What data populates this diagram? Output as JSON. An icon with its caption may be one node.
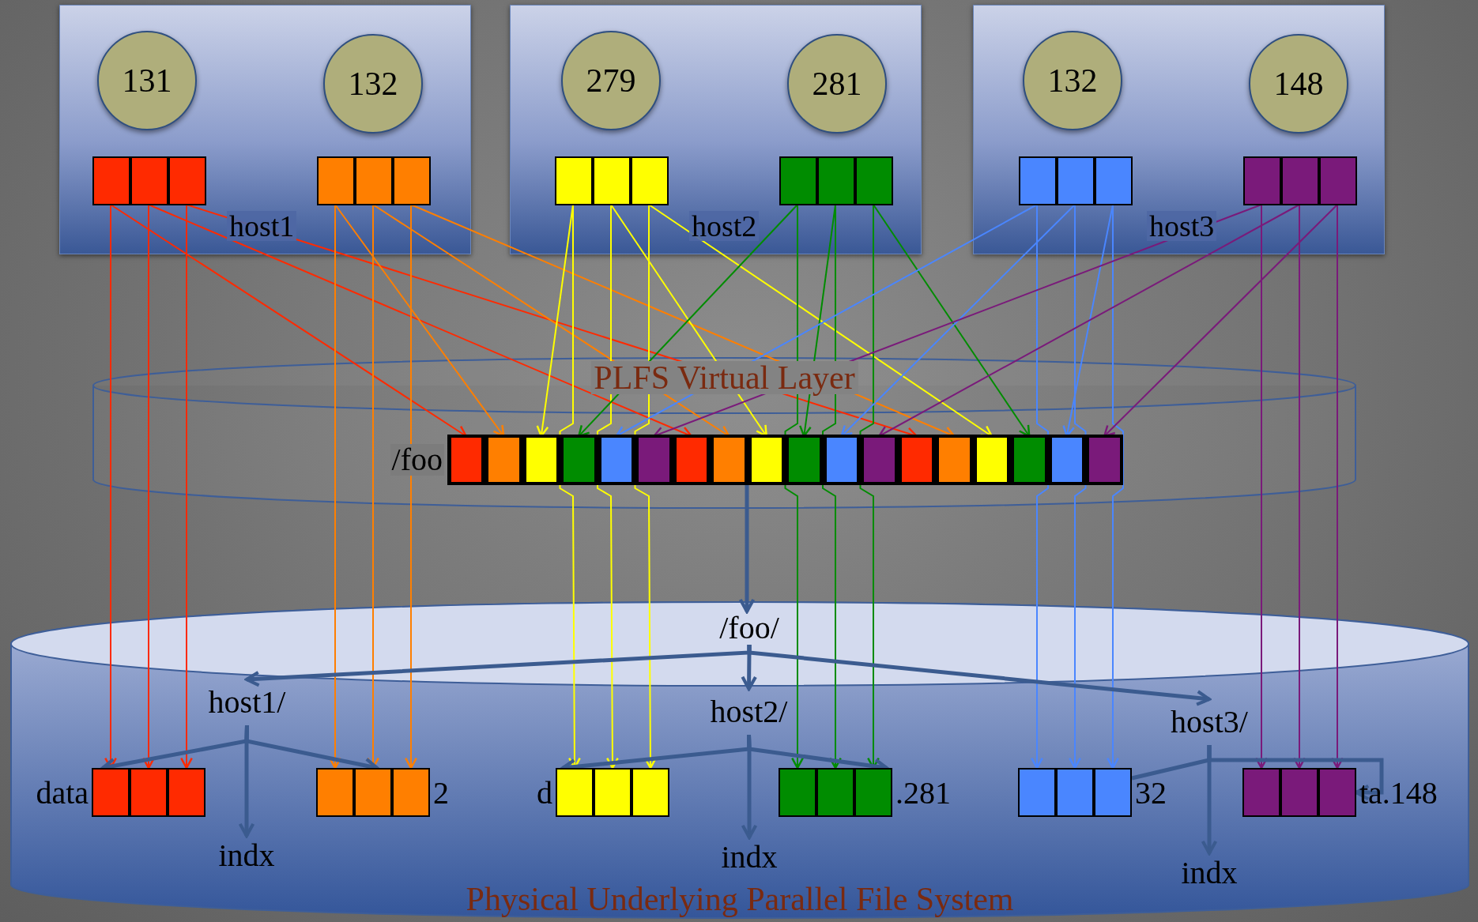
{
  "diagram": {
    "nodes": [
      {
        "text": [
          "host1"
        ]
      },
      {
        "text": [
          "131"
        ],
        "in": 0
      },
      {
        "text": [
          "132"
        ],
        "in": 0
      },
      {
        "text": [],
        "shape": "box",
        "in": 0
      },
      {
        "text": [],
        "shape": "box",
        "in": 0
      },
      {
        "text": [],
        "shape": "box",
        "in": 0
      },
      {
        "text": [],
        "shape": "box",
        "in": 0
      },
      {
        "text": [],
        "shape": "box",
        "in": 0
      },
      {
        "text": [],
        "shape": "box",
        "in": 0
      },
      {
        "text": [
          "host2"
        ]
      },
      {
        "text": [
          "279"
        ],
        "in": 9
      },
      {
        "text": [
          "281"
        ],
        "in": 9
      },
      {
        "text": [],
        "shape": "box",
        "in": 9
      },
      {
        "text": [],
        "shape": "box",
        "in": 9
      },
      {
        "text": [],
        "shape": "box",
        "in": 9
      },
      {
        "text": [],
        "shape": "box",
        "in": 9
      },
      {
        "text": [],
        "shape": "box",
        "in": 9
      },
      {
        "text": [],
        "shape": "box",
        "in": 9
      },
      {
        "text": [
          "host3"
        ]
      },
      {
        "text": [
          "132"
        ],
        "in": 18
      },
      {
        "text": [
          "148"
        ],
        "in": 18
      },
      {
        "text": [],
        "shape": "box",
        "in": 18
      },
      {
        "text": [],
        "shape": "box",
        "in": 18
      },
      {
        "text": [],
        "shape": "box",
        "in": 18
      },
      {
        "text": [],
        "shape": "box",
        "in": 18
      },
      {
        "text": [],
        "shape": "box",
        "in": 18
      },
      {
        "text": [],
        "shape": "box",
        "in": 18
      },
      {
        "text": [
          "PLFS Virtual Layer"
        ]
      },
      {
        "text": [],
        "shape": "bar",
        "in": 27,
        "beside": [
          "/foo"
        ]
      },
      {
        "text": [],
        "shape": "box",
        "in": 28
      },
      {
        "text": [],
        "shape": "box",
        "in": 28
      },
      {
        "text": [],
        "shape": "box",
        "in": 28
      },
      {
        "text": [],
        "shape": "box",
        "in": 28
      },
      {
        "text": [],
        "shape": "box",
        "in": 28
      },
      {
        "text": [],
        "shape": "box",
        "in": 28
      },
      {
        "text": [],
        "shape": "box",
        "in": 28
      },
      {
        "text": [],
        "shape": "box",
        "in": 28
      },
      {
        "text": [],
        "shape": "box",
        "in": 28
      },
      {
        "text": [],
        "shape": "box",
        "in": 28
      },
      {
        "text": [],
        "shape": "box",
        "in": 28
      },
      {
        "text": [],
        "shape": "box",
        "in": 28
      },
      {
        "text": [],
        "shape": "box",
        "in": 28
      },
      {
        "text": [],
        "shape": "box",
        "in": 28
      },
      {
        "text": [],
        "shape": "box",
        "in": 28
      },
      {
        "text": [],
        "shape": "box",
        "in": 28
      },
      {
        "text": [],
        "shape": "box",
        "in": 28
      },
      {
        "text": [],
        "shape": "box",
        "in": 28
      },
      {
        "text": [
          "Physical Underlying Parallel File System"
        ]
      },
      {
        "text": [
          "/foo/"
        ],
        "in": 47
      },
      {
        "text": [
          "host1/"
        ],
        "in": 47
      },
      {
        "text": [],
        "shape": "bar",
        "in": 47,
        "beside": [
          "data"
        ]
      },
      {
        "text": [],
        "shape": "box",
        "in": 50
      },
      {
        "text": [],
        "shape": "box",
        "in": 50
      },
      {
        "text": [],
        "shape": "box",
        "in": 50
      },
      {
        "text": [],
        "shape": "bar",
        "in": 47,
        "beside": [
          "2"
        ]
      },
      {
        "text": [],
        "shape": "box",
        "in": 54
      },
      {
        "text": [],
        "shape": "box",
        "in": 54
      },
      {
        "text": [],
        "shape": "box",
        "in": 54
      },
      {
        "text": [
          "indx"
        ],
        "in": 47
      },
      {
        "text": [
          "host2/"
        ],
        "in": 47
      },
      {
        "text": [],
        "shape": "bar",
        "in": 47,
        "beside": [
          "d"
        ]
      },
      {
        "text": [],
        "shape": "box",
        "in": 60
      },
      {
        "text": [],
        "shape": "box",
        "in": 60
      },
      {
        "text": [],
        "shape": "box",
        "in": 60
      },
      {
        "text": [],
        "shape": "bar",
        "in": 47,
        "beside": [
          ".281"
        ]
      },
      {
        "text": [],
        "shape": "box",
        "in": 64
      },
      {
        "text": [],
        "shape": "box",
        "in": 64
      },
      {
        "text": [],
        "shape": "box",
        "in": 64
      },
      {
        "text": [
          "indx"
        ],
        "in": 47
      },
      {
        "text": [
          "host3/"
        ],
        "in": 47
      },
      {
        "text": [],
        "shape": "bar",
        "in": 47,
        "beside": [
          "32"
        ]
      },
      {
        "text": [],
        "shape": "box",
        "in": 70
      },
      {
        "text": [],
        "shape": "box",
        "in": 70
      },
      {
        "text": [],
        "shape": "box",
        "in": 70
      },
      {
        "text": [],
        "shape": "bar",
        "in": 47,
        "beside": [
          "ta.148"
        ]
      },
      {
        "text": [],
        "shape": "box",
        "in": 74
      },
      {
        "text": [],
        "shape": "box",
        "in": 74
      },
      {
        "text": [],
        "shape": "box",
        "in": 74
      },
      {
        "text": [
          "indx"
        ],
        "in": 47
      }
    ],
    "edges": [
      {
        "from": 3,
        "to": 29,
        "arrow": "to",
        "color": "#ff2a00"
      },
      {
        "from": 3,
        "to": 51,
        "arrow": "to",
        "color": "#ff2a00"
      },
      {
        "from": 4,
        "to": 35,
        "arrow": "to",
        "color": "#ff2a00"
      },
      {
        "from": 4,
        "to": 52,
        "arrow": "to",
        "color": "#ff2a00"
      },
      {
        "from": 5,
        "to": 41,
        "arrow": "to",
        "color": "#ff2a00"
      },
      {
        "from": 5,
        "to": 53,
        "arrow": "to",
        "color": "#ff2a00"
      },
      {
        "from": 6,
        "to": 30,
        "arrow": "to",
        "color": "#ff7f00"
      },
      {
        "from": 6,
        "to": 55,
        "arrow": "to",
        "color": "#ff7f00"
      },
      {
        "from": 7,
        "to": 36,
        "arrow": "to",
        "color": "#ff7f00"
      },
      {
        "from": 7,
        "to": 56,
        "arrow": "to",
        "color": "#ff7f00"
      },
      {
        "from": 8,
        "to": 42,
        "arrow": "to",
        "color": "#ff7f00"
      },
      {
        "from": 8,
        "to": 57,
        "arrow": "to",
        "color": "#ff7f00"
      },
      {
        "from": 12,
        "to": 31,
        "arrow": "to",
        "color": "#ffff00"
      },
      {
        "from": 12,
        "to": 61,
        "arrow": "to",
        "color": "#ffff00"
      },
      {
        "from": 13,
        "to": 37,
        "arrow": "to",
        "color": "#ffff00"
      },
      {
        "from": 13,
        "to": 62,
        "arrow": "to",
        "color": "#ffff00"
      },
      {
        "from": 14,
        "to": 43,
        "arrow": "to",
        "color": "#ffff00"
      },
      {
        "from": 14,
        "to": 63,
        "arrow": "to",
        "color": "#ffff00"
      },
      {
        "from": 15,
        "to": 32,
        "arrow": "to",
        "color": "#008c00"
      },
      {
        "from": 15,
        "to": 65,
        "arrow": "to",
        "color": "#008c00"
      },
      {
        "from": 16,
        "to": 38,
        "arrow": "to",
        "color": "#008c00"
      },
      {
        "from": 16,
        "to": 66,
        "arrow": "to",
        "color": "#008c00"
      },
      {
        "from": 17,
        "to": 44,
        "arrow": "to",
        "color": "#008c00"
      },
      {
        "from": 17,
        "to": 67,
        "arrow": "to",
        "color": "#008c00"
      },
      {
        "from": 21,
        "to": 33,
        "arrow": "to",
        "color": "#4a86ff"
      },
      {
        "from": 21,
        "to": 71,
        "arrow": "to",
        "color": "#4a86ff"
      },
      {
        "from": 22,
        "to": 39,
        "arrow": "to",
        "color": "#4a86ff"
      },
      {
        "from": 22,
        "to": 72,
        "arrow": "to",
        "color": "#4a86ff"
      },
      {
        "from": 23,
        "to": 45,
        "arrow": "to",
        "color": "#4a86ff"
      },
      {
        "from": 23,
        "to": 73,
        "arrow": "to",
        "color": "#4a86ff"
      },
      {
        "from": 24,
        "to": 34,
        "arrow": "to",
        "color": "#7a1a7a"
      },
      {
        "from": 24,
        "to": 75,
        "arrow": "to",
        "color": "#7a1a7a"
      },
      {
        "from": 25,
        "to": 40,
        "arrow": "to",
        "color": "#7a1a7a"
      },
      {
        "from": 25,
        "to": 76,
        "arrow": "to",
        "color": "#7a1a7a"
      },
      {
        "from": 26,
        "to": 46,
        "arrow": "to",
        "color": "#7a1a7a"
      },
      {
        "from": 26,
        "to": 77,
        "arrow": "to",
        "color": "#7a1a7a"
      },
      {
        "from": 28,
        "to": 48,
        "arrow": "to",
        "style": "thick"
      },
      {
        "from": 48,
        "to": 49,
        "arrow": "to",
        "style": "thick"
      },
      {
        "from": 48,
        "to": 59,
        "arrow": "to",
        "style": "thick"
      },
      {
        "from": 48,
        "to": 69,
        "arrow": "to",
        "style": "thick"
      },
      {
        "from": 49,
        "to": 50,
        "arrow": "to",
        "style": "thick"
      },
      {
        "from": 49,
        "to": 54,
        "arrow": "to",
        "style": "thick"
      },
      {
        "from": 49,
        "to": 58,
        "arrow": "to",
        "style": "thick"
      },
      {
        "from": 59,
        "to": 60,
        "arrow": "to",
        "style": "thick"
      },
      {
        "from": 59,
        "to": 64,
        "arrow": "to",
        "style": "thick"
      },
      {
        "from": 59,
        "to": 68,
        "arrow": "to",
        "style": "thick"
      },
      {
        "from": 69,
        "to": 70,
        "arrow": "none",
        "style": "thick"
      },
      {
        "from": 69,
        "to": 74,
        "arrow": "to",
        "style": "thick"
      },
      {
        "from": 69,
        "to": 78,
        "arrow": "to",
        "style": "thick"
      }
    ]
  }
}
